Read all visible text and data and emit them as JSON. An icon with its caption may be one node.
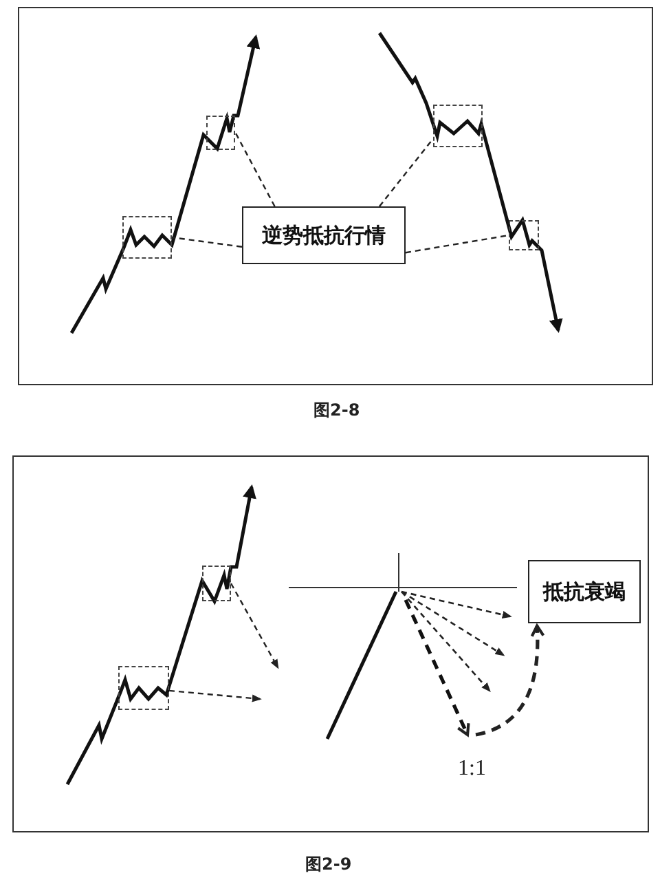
{
  "diagram": {
    "nodes": [
      {
        "text": [
          "逆势抵抗行情"
        ]
      },
      {
        "text": [],
        "shape": "box"
      },
      {
        "text": [],
        "shape": "box"
      },
      {
        "text": [],
        "shape": "box"
      },
      {
        "text": [],
        "shape": "box"
      },
      {
        "text": [],
        "shape": "box"
      },
      {
        "text": [],
        "shape": "box"
      },
      {
        "text": [
          "抵抗衰竭"
        ]
      }
    ],
    "edges": [
      {
        "from": 0,
        "to": 1,
        "arrow": "none",
        "style": "dashed"
      },
      {
        "from": 0,
        "to": 2,
        "arrow": "none",
        "style": "dashed"
      },
      {
        "from": 0,
        "to": 3,
        "arrow": "none",
        "style": "dashed"
      },
      {
        "from": 0,
        "to": 4,
        "arrow": "none",
        "style": "dashed"
      },
      {
        "from": 5,
        "to": null,
        "arrow": "to",
        "style": "dashed"
      },
      {
        "from": 6,
        "to": null,
        "arrow": "to",
        "style": "dashed"
      },
      {
        "from": null,
        "to": 7,
        "arrow": "to",
        "style": "dashed"
      }
    ],
    "labels": [
      "图2-8",
      "1:1",
      "图2-9"
    ]
  }
}
